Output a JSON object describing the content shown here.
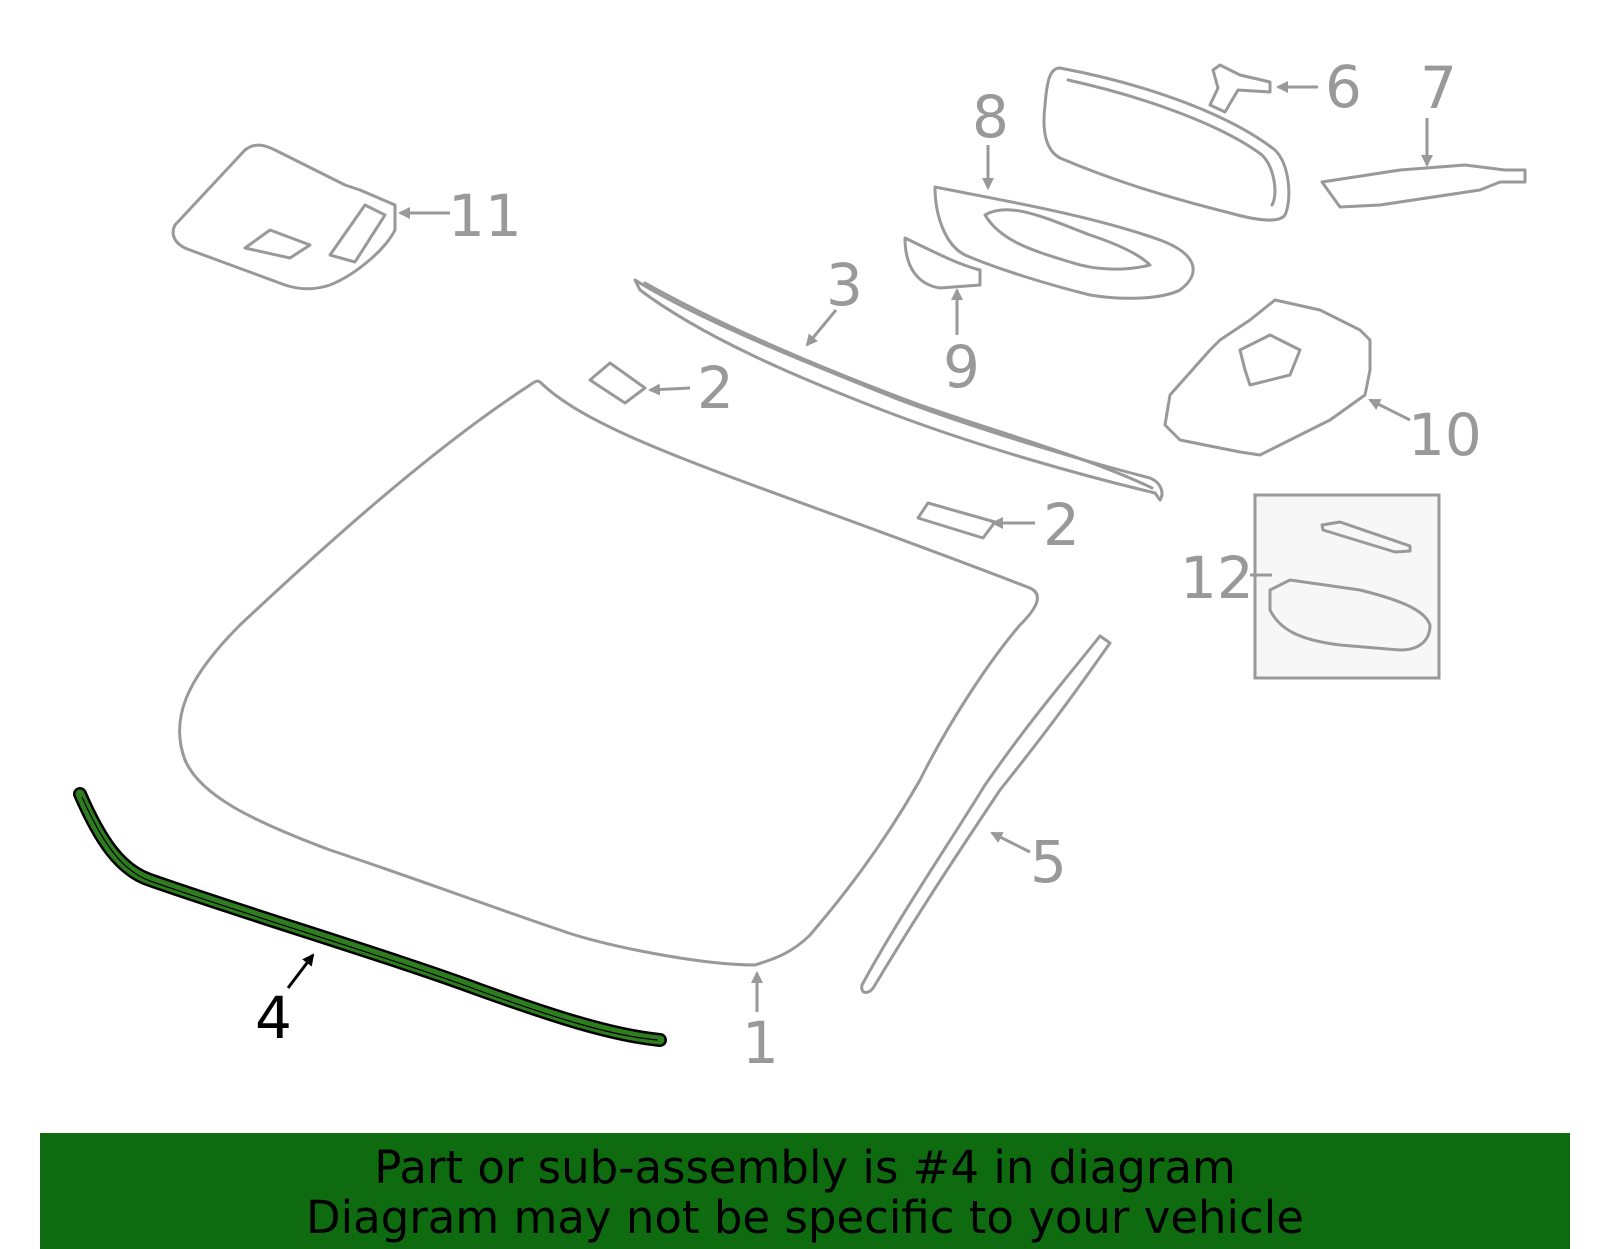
{
  "diagram": {
    "highlight_color": "#2e7d1f",
    "highlighted_part": "4",
    "callouts": {
      "c1": "1",
      "c2a": "2",
      "c2b": "2",
      "c3": "3",
      "c4": "4",
      "c5": "5",
      "c6": "6",
      "c7": "7",
      "c8": "8",
      "c9": "9",
      "c10": "10",
      "c11": "11",
      "c12": "12"
    }
  },
  "banner": {
    "background": "#0f6b0f",
    "line1": "Part or sub-assembly is #4 in diagram",
    "line2": "Diagram may not be specific to your vehicle"
  }
}
